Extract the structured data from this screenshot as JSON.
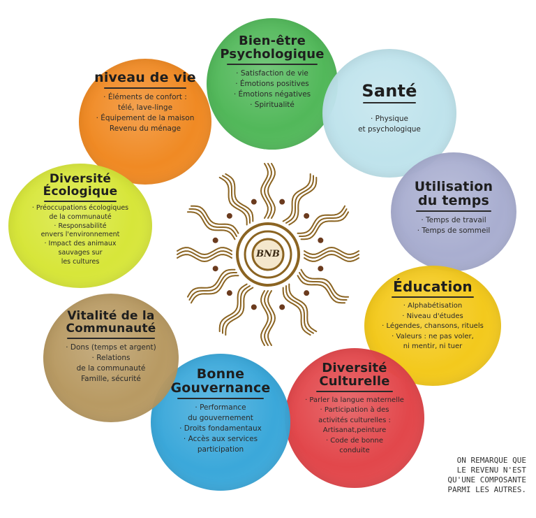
{
  "center": {
    "label": "BNB"
  },
  "colors": {
    "orange": "#f08a24",
    "green": "#52b85a",
    "lightblue": "#bfe3ec",
    "lavender": "#a9aed0",
    "yellow": "#f3c91d",
    "red": "#e2474b",
    "blue": "#3ba8da",
    "tan": "#b89a63",
    "lime": "#d7e63a",
    "sun": "#8b6422"
  },
  "domains": [
    {
      "id": "niveau",
      "title": [
        "niveau de vie"
      ],
      "items": [
        "· Éléments de confort :",
        "télé, lave-linge",
        "· Équipement de la maison",
        "Revenu du ménage"
      ]
    },
    {
      "id": "bienetre",
      "title": [
        "Bien-être",
        "Psychologique"
      ],
      "items": [
        "· Satisfaction de vie",
        "· Émotions positives",
        "· Émotions négatives",
        "· Spiritualité"
      ]
    },
    {
      "id": "sante",
      "title": [
        "Santé"
      ],
      "items": [
        "· Physique",
        "et psychologique"
      ]
    },
    {
      "id": "temps",
      "title": [
        "Utilisation",
        "du temps"
      ],
      "items": [
        "· Temps de travail",
        "· Temps de sommeil"
      ]
    },
    {
      "id": "education",
      "title": [
        "Éducation"
      ],
      "items": [
        "· Alphabétisation",
        "· Niveau d'études",
        "· Légendes, chansons, rituels",
        "· Valeurs : ne pas voler,",
        "ni mentir, ni tuer"
      ]
    },
    {
      "id": "culture",
      "title": [
        "Diversité",
        "Culturelle"
      ],
      "items": [
        "· Parler la langue maternelle",
        "· Participation à des",
        "activités culturelles :",
        "Artisanat,peinture",
        "· Code de bonne",
        "conduite"
      ]
    },
    {
      "id": "gouvernance",
      "title": [
        "Bonne",
        "Gouvernance"
      ],
      "items": [
        "· Performance",
        "du gouvernement",
        "· Droits fondamentaux",
        "· Accès aux services",
        "participation"
      ]
    },
    {
      "id": "communaute",
      "title": [
        "Vitalité de la",
        "Communauté"
      ],
      "items": [
        "· Dons (temps et argent)",
        "· Relations",
        "de la communauté",
        "Famille, sécurité"
      ]
    },
    {
      "id": "ecologie",
      "title": [
        "Diversité",
        "Écologique"
      ],
      "items": [
        "· Préoccupations écologiques",
        "de la communauté",
        "· Responsabilité",
        "envers l'environnement",
        "· Impact des animaux",
        "sauvages sur",
        "les cultures"
      ]
    }
  ],
  "note": [
    "ON REMARQUE QUE",
    "LE REVENU N'EST",
    "QU'UNE COMPOSANTE",
    "PARMI LES AUTRES."
  ]
}
